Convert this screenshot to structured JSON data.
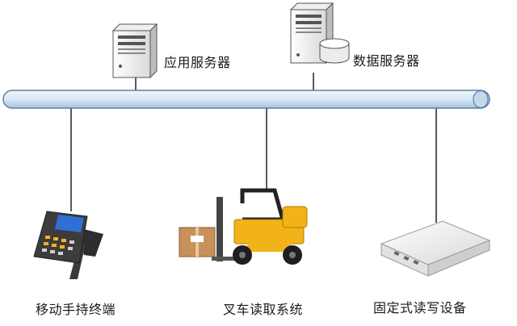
{
  "labels": {
    "app_server": "应用服务器",
    "db_server": "数据服务器",
    "handheld": "移动手持终端",
    "forklift": "叉车读取系统",
    "fixed_reader": "固定式读写设备"
  },
  "colors": {
    "bus_fill": "#d7e6f4",
    "bus_stroke": "#5b7fa3",
    "connector": "#222222",
    "forklift_yellow": "#f2b31a",
    "cargo_box": "#c8915a"
  },
  "icons": {
    "app_server": "server-tower-icon",
    "db_server": "database-server-icon",
    "handheld": "handheld-terminal-icon",
    "forklift": "forklift-icon",
    "fixed_reader": "fixed-rfid-reader-icon"
  }
}
